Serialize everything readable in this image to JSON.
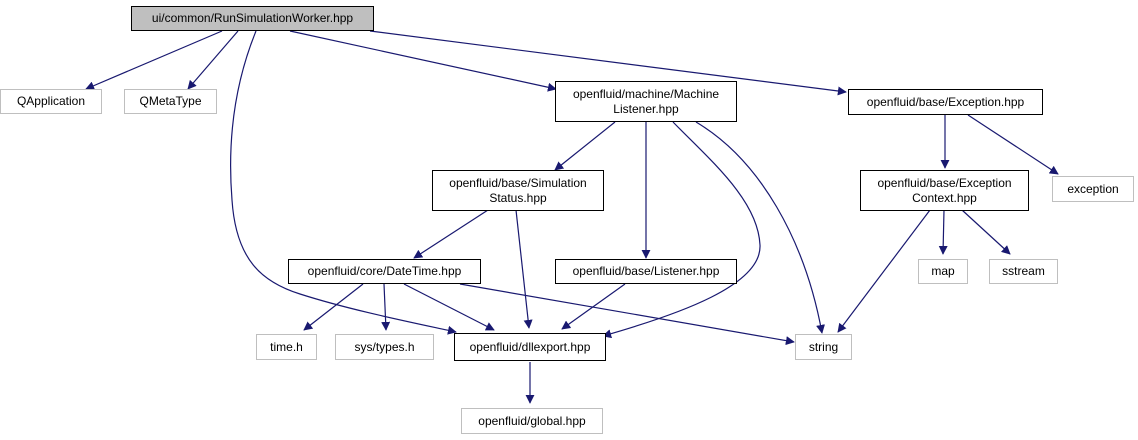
{
  "colors": {
    "edge": "#191970",
    "root_fill": "#bfbfbf",
    "project_border": "#000000",
    "external_border": "#bfbfbf"
  },
  "nodes": {
    "root": "ui/common/RunSimulationWorker.hpp",
    "qapplication": "QApplication",
    "qmetatype": "QMetaType",
    "machine_listener": "openfluid/machine/Machine\nListener.hpp",
    "base_exception": "openfluid/base/Exception.hpp",
    "simulation_status": "openfluid/base/Simulation\nStatus.hpp",
    "exception_context": "openfluid/base/Exception\nContext.hpp",
    "exception_std": "exception",
    "datetime": "openfluid/core/DateTime.hpp",
    "base_listener": "openfluid/base/Listener.hpp",
    "map": "map",
    "sstream": "sstream",
    "time_h": "time.h",
    "sys_types": "sys/types.h",
    "dllexport": "openfluid/dllexport.hpp",
    "string": "string",
    "global": "openfluid/global.hpp"
  }
}
